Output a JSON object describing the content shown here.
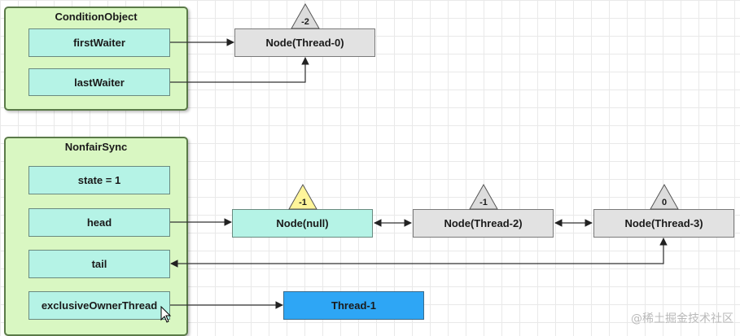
{
  "condition_object": {
    "title": "ConditionObject",
    "first_waiter": "firstWaiter",
    "last_waiter": "lastWaiter"
  },
  "condition_queue": {
    "node": "Node(Thread-0)",
    "wait_status": "-2"
  },
  "nonfair_sync": {
    "title": "NonfairSync",
    "state": "state = 1",
    "head": "head",
    "tail": "tail",
    "exclusive_owner_thread": "exclusiveOwnerThread"
  },
  "sync_queue": {
    "nodes": [
      {
        "label": "Node(null)",
        "wait_status": "-1"
      },
      {
        "label": "Node(Thread-2)",
        "wait_status": "-1"
      },
      {
        "label": "Node(Thread-3)",
        "wait_status": "0"
      }
    ]
  },
  "owner_thread": {
    "label": "Thread-1"
  },
  "watermark": "@稀土掘金技术社区",
  "colors": {
    "group_fill": "#d9f7c2",
    "field_fill": "#b5f3e6",
    "node_gray": "#e2e2e2",
    "thread_blue": "#2ea6f5",
    "triangle_gray": "#dcdcdc",
    "triangle_yellow": "#fff59a"
  }
}
